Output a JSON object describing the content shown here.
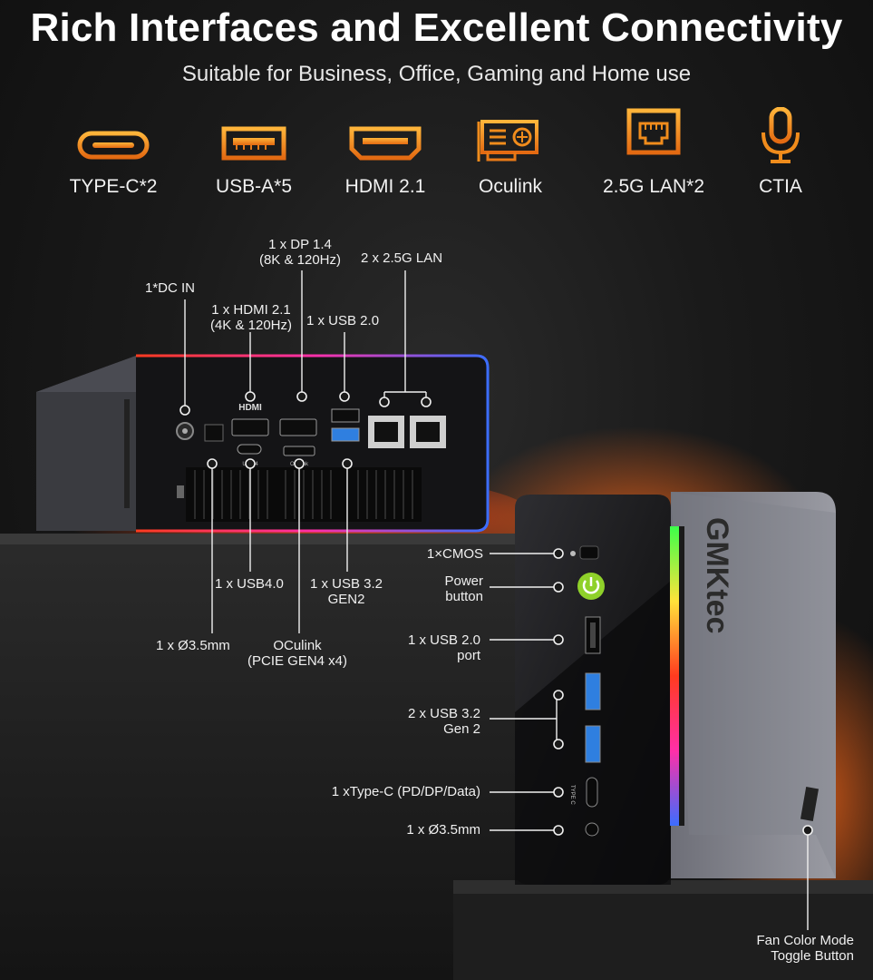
{
  "header": {
    "title": "Rich Interfaces and Excellent Connectivity",
    "subtitle": "Suitable for Business, Office, Gaming and Home use"
  },
  "features": [
    {
      "label": "TYPE-C*2",
      "icon": "usb-c-port-icon"
    },
    {
      "label": "USB-A*5",
      "icon": "usb-a-port-icon"
    },
    {
      "label": "HDMI 2.1",
      "icon": "hdmi-port-icon"
    },
    {
      "label": "Oculink",
      "icon": "oculink-card-icon"
    },
    {
      "label": "2.5G LAN*2",
      "icon": "ethernet-port-icon"
    },
    {
      "label": "CTIA",
      "icon": "microphone-icon"
    }
  ],
  "rear_callouts": {
    "dc_in": "1*DC IN",
    "hdmi": [
      "1 x HDMI 2.1",
      "(4K & 120Hz)"
    ],
    "dp": [
      "1 x DP 1.4",
      "(8K & 120Hz)"
    ],
    "usb20": "1 x USB 2.0",
    "lan": "2 x 2.5G LAN",
    "usb40": "1 x USB4.0",
    "usb32": [
      "1 x USB 3.2",
      "GEN2"
    ],
    "audio": "1 x Ø3.5mm",
    "oculink": [
      "OCulink",
      "(PCIE GEN4 x4)"
    ]
  },
  "port_markings": {
    "usb4": "USB 4",
    "oculink": "Oculink",
    "hdmi_logo": "HDMI",
    "type_c": "TYPE C",
    "brand": "GMKtec"
  },
  "front_callouts": {
    "cmos": "1×CMOS",
    "power": [
      "Power",
      "button"
    ],
    "usb20": [
      "1 x USB 2.0",
      "port"
    ],
    "usb32": [
      "2 x USB 3.2",
      "Gen 2"
    ],
    "typec": "1 xType-C (PD/DP/Data)",
    "audio": "1 x Ø3.5mm",
    "fan": [
      "Fan Color Mode",
      "Toggle Button"
    ]
  },
  "colors": {
    "accent_orange": "#f39a1f",
    "power_green": "#8fd12a",
    "usb3_blue": "#2f7fe0",
    "rgb_red": "#ff3b1f"
  }
}
